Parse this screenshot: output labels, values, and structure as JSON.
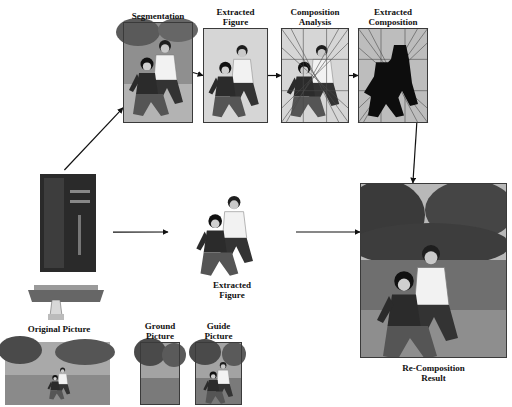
{
  "diagram": {
    "nodes": [
      {
        "text": [
          "Segmentation"
        ]
      },
      {
        "text": [
          "Extracted Figure"
        ]
      },
      {
        "text": [
          "Composition Analysis"
        ]
      },
      {
        "text": [
          "Extracted Composition"
        ]
      },
      {
        "text": [
          "Extracted Figure"
        ]
      },
      {
        "text": [
          "Re-Composition Result"
        ]
      },
      {
        "text": [
          "Ground Picture"
        ]
      },
      {
        "text": [
          "Guide Picture"
        ]
      },
      {
        "text": [
          "Original Picture"
        ]
      }
    ],
    "edges": [
      {
        "from": 8,
        "to": 0,
        "arrow": "to"
      },
      {
        "from": 0,
        "to": 1,
        "arrow": "to"
      },
      {
        "from": 1,
        "to": 2,
        "arrow": "to"
      },
      {
        "from": 2,
        "to": 3,
        "arrow": "to"
      },
      {
        "from": 3,
        "to": 5,
        "arrow": "to"
      },
      {
        "from": 8,
        "to": 4,
        "arrow": "to"
      },
      {
        "from": 4,
        "to": 5,
        "arrow": "to"
      }
    ]
  }
}
